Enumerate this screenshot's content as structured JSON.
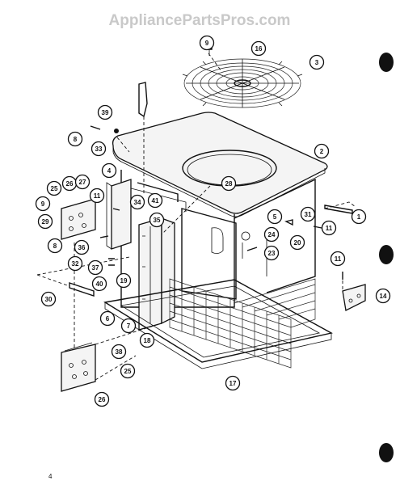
{
  "watermark": "AppliancePartsPros.com",
  "page_number": "4",
  "callouts": [
    {
      "id": "c9a",
      "label": "9"
    },
    {
      "id": "c16",
      "label": "16"
    },
    {
      "id": "c3",
      "label": "3"
    },
    {
      "id": "c39",
      "label": "39"
    },
    {
      "id": "c8a",
      "label": "8"
    },
    {
      "id": "c33",
      "label": "33"
    },
    {
      "id": "c2",
      "label": "2"
    },
    {
      "id": "c4",
      "label": "4"
    },
    {
      "id": "c28",
      "label": "28"
    },
    {
      "id": "c25a",
      "label": "25"
    },
    {
      "id": "c26a",
      "label": "26"
    },
    {
      "id": "c27",
      "label": "27"
    },
    {
      "id": "c11a",
      "label": "11"
    },
    {
      "id": "c34",
      "label": "34"
    },
    {
      "id": "c41",
      "label": "41"
    },
    {
      "id": "c9b",
      "label": "9"
    },
    {
      "id": "c29",
      "label": "29"
    },
    {
      "id": "c35",
      "label": "35"
    },
    {
      "id": "c5",
      "label": "5"
    },
    {
      "id": "c31",
      "label": "31"
    },
    {
      "id": "c1",
      "label": "1"
    },
    {
      "id": "c11b",
      "label": "11"
    },
    {
      "id": "c24",
      "label": "24"
    },
    {
      "id": "c20",
      "label": "20"
    },
    {
      "id": "c8b",
      "label": "8"
    },
    {
      "id": "c36",
      "label": "36"
    },
    {
      "id": "c23",
      "label": "23"
    },
    {
      "id": "c11c",
      "label": "11"
    },
    {
      "id": "c32",
      "label": "32"
    },
    {
      "id": "c37",
      "label": "37"
    },
    {
      "id": "c19",
      "label": "19"
    },
    {
      "id": "c40",
      "label": "40"
    },
    {
      "id": "c30",
      "label": "30"
    },
    {
      "id": "c14",
      "label": "14"
    },
    {
      "id": "c6",
      "label": "6"
    },
    {
      "id": "c7",
      "label": "7"
    },
    {
      "id": "c18",
      "label": "18"
    },
    {
      "id": "c38",
      "label": "38"
    },
    {
      "id": "c25b",
      "label": "25"
    },
    {
      "id": "c17",
      "label": "17"
    },
    {
      "id": "c26b",
      "label": "26"
    }
  ]
}
